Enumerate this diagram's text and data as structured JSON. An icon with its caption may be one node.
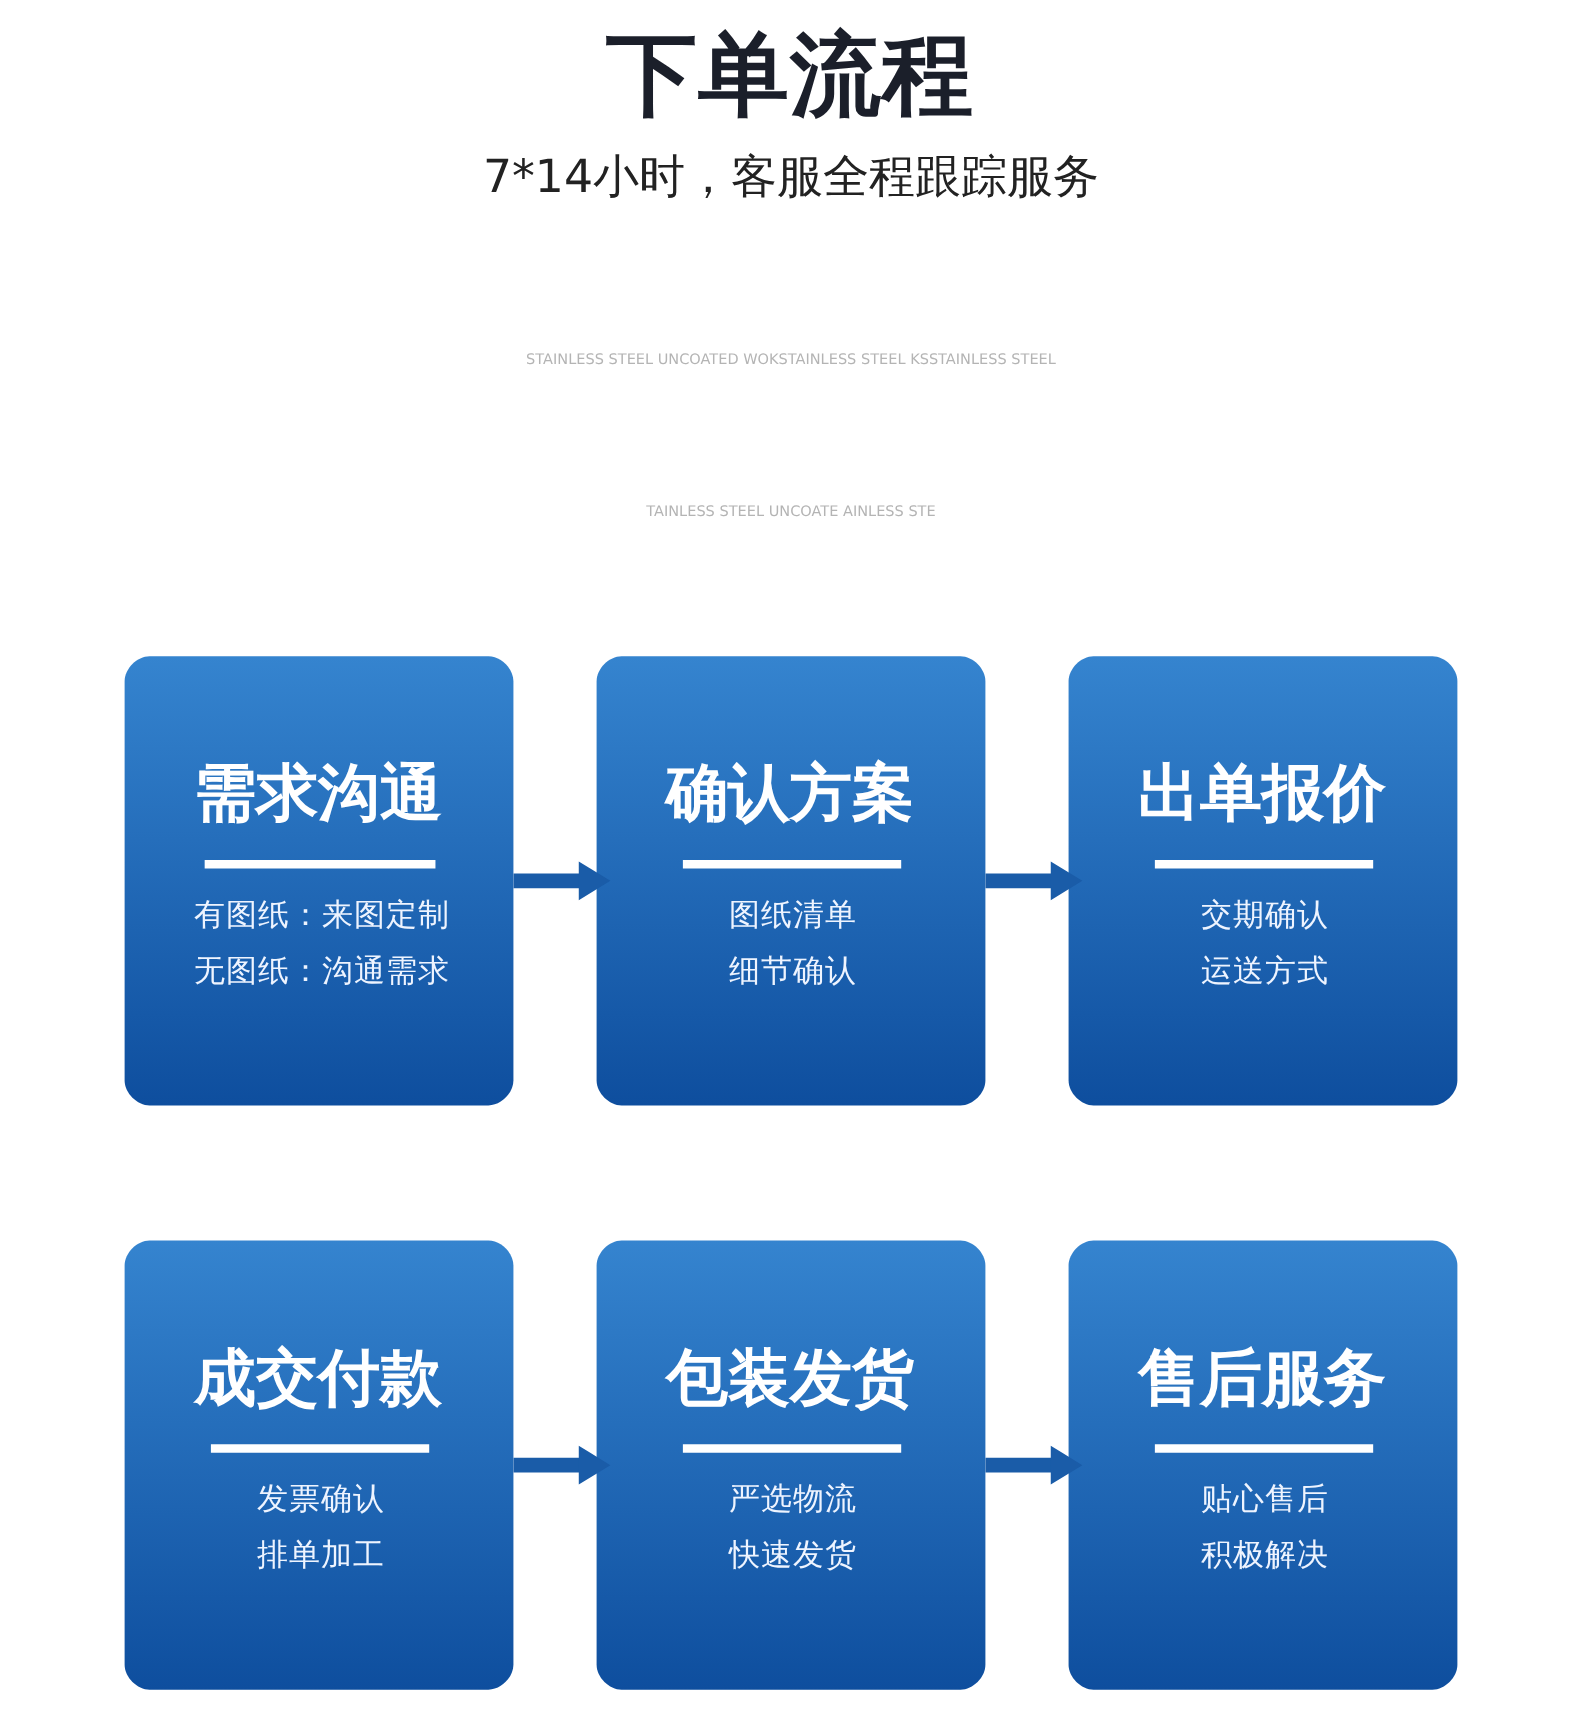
{
  "diagram": {
    "title": "下单流程",
    "nodes": [
      {
        "text": [
          "需求沟通",
          "有图纸：来图定制",
          "无图纸：沟通需求"
        ]
      },
      {
        "text": [
          "确认方案",
          "图纸清单",
          "细节确认"
        ]
      },
      {
        "text": [
          "出单报价",
          "交期确认",
          "运送方式"
        ]
      },
      {
        "text": [
          "成交付款",
          "发票确认",
          "排单加工"
        ]
      },
      {
        "text": [
          "包装发货",
          "严选物流",
          "快速发货"
        ]
      },
      {
        "text": [
          "售后服务",
          "贴心售后",
          "积极解决"
        ]
      }
    ],
    "edges": [
      {
        "from": 0,
        "to": 1,
        "arrow": "to"
      },
      {
        "from": 1,
        "to": 2,
        "arrow": "to"
      },
      {
        "from": 3,
        "to": 4,
        "arrow": "to"
      },
      {
        "from": 4,
        "to": 5,
        "arrow": "to"
      }
    ],
    "labels": [
      "7*14小时，客服全程跟踪服务",
      "STAINLESS STEEL UNCOATED WOKSTAINLESS STEEL KSSTAINLESS STEEL",
      "TAINLESS STEEL UNCOATE AINLESS STE"
    ]
  }
}
